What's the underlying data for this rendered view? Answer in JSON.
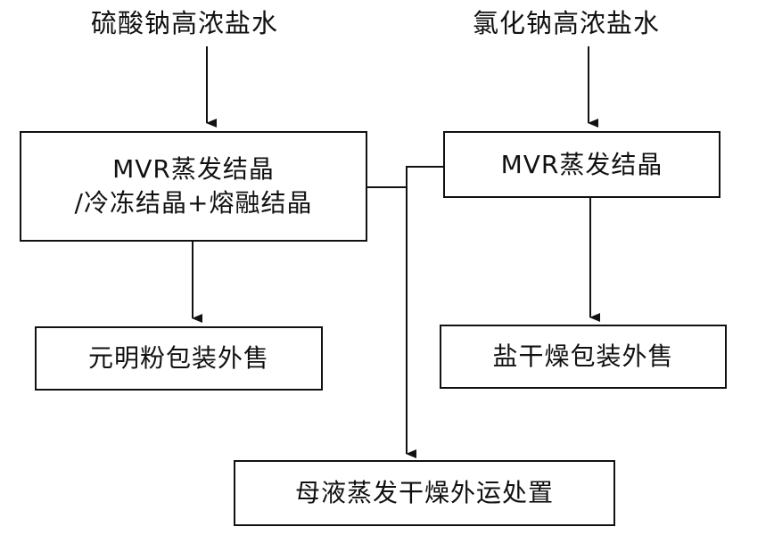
{
  "inputs": {
    "left": "硫酸钠高浓盐水",
    "right": "氯化钠高浓盐水"
  },
  "boxes": {
    "left_process": {
      "line1": "MVR蒸发结晶",
      "line2": "/冷冻结晶+熔融结晶"
    },
    "right_process": {
      "line1": "MVR蒸发结晶"
    },
    "left_product": "元明粉包装外售",
    "right_product": "盐干燥包装外售",
    "mother_liquor": "母液蒸发干燥外运处置"
  }
}
